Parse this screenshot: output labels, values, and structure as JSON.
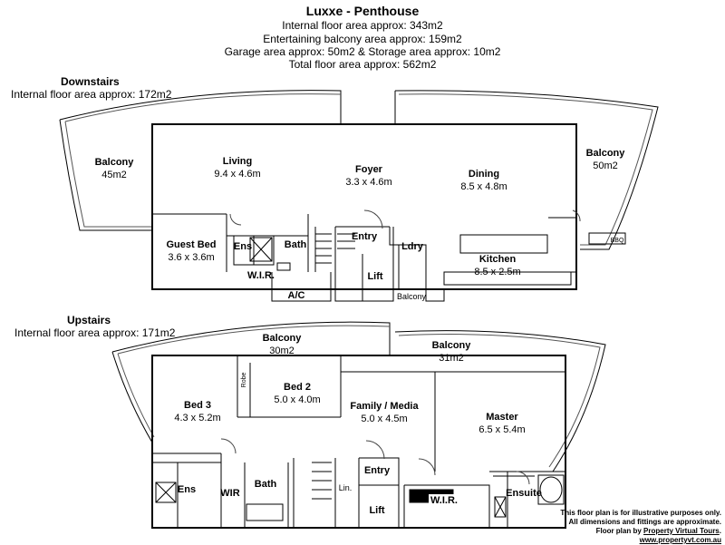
{
  "header": {
    "title": "Luxxe - Penthouse",
    "lines": [
      "Internal floor area approx: 343m2",
      "Entertaining balcony area approx: 159m2",
      "Garage area approx: 50m2 & Storage area approx: 10m2",
      "Total floor area approx: 562m2"
    ]
  },
  "downstairs": {
    "label": "Downstairs",
    "area": "Internal floor area approx: 172m2",
    "rooms": {
      "balcony_left": {
        "name": "Balcony",
        "dim": "45m2"
      },
      "living": {
        "name": "Living",
        "dim": "9.4 x 4.6m"
      },
      "foyer": {
        "name": "Foyer",
        "dim": "3.3 x 4.6m"
      },
      "dining": {
        "name": "Dining",
        "dim": "8.5 x 4.8m"
      },
      "balcony_right": {
        "name": "Balcony",
        "dim": "50m2"
      },
      "guest_bed": {
        "name": "Guest Bed",
        "dim": "3.6 x 3.6m"
      },
      "ens": "Ens",
      "bath": "Bath",
      "wir": "W.I.R.",
      "ac": "A/C",
      "entry": "Entry",
      "lift": "Lift",
      "ldry": "Ldry",
      "small_balcony": "Balcony",
      "kitchen": {
        "name": "Kitchen",
        "dim": "8.5 x 2.5m"
      },
      "bbq": "BBQ"
    }
  },
  "upstairs": {
    "label": "Upstairs",
    "area": "Internal floor area approx: 171m2",
    "rooms": {
      "balcony_left": {
        "name": "Balcony",
        "dim": "30m2"
      },
      "balcony_right": {
        "name": "Balcony",
        "dim": "31m2"
      },
      "bed3": {
        "name": "Bed 3",
        "dim": "4.3 x 5.2m"
      },
      "robe": "Robe",
      "bed2": {
        "name": "Bed 2",
        "dim": "5.0 x 4.0m"
      },
      "family": {
        "name": "Family / Media",
        "dim": "5.0 x 4.5m"
      },
      "master": {
        "name": "Master",
        "dim": "6.5 x 5.4m"
      },
      "ens": "Ens",
      "wir": "WIR",
      "bath": "Bath",
      "lin": "Lin.",
      "entry": "Entry",
      "lift": "Lift",
      "master_wir": "W.I.R.",
      "ensuite": "Ensuite"
    }
  },
  "disclaimer": {
    "line1": "This floor plan is for illustrative purposes only.",
    "line2": "All dimensions and fittings are approximate.",
    "line3_prefix": "Floor plan by ",
    "line3_link": "Property Virtual Tours",
    "line3_suffix": ".",
    "url": "www.propertyvt.com.au"
  }
}
